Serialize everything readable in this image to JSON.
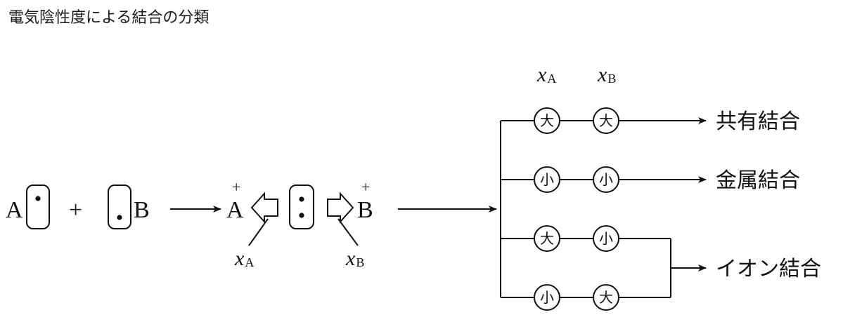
{
  "title": "電気陰性度による結合の分類",
  "reaction": {
    "atom_a": "A",
    "plus": "+",
    "atom_b": "B",
    "ion_charge": "+",
    "ion_a": "A",
    "ion_b": "B",
    "x_symbol": "x",
    "sub_a": "A",
    "sub_b": "B"
  },
  "table": {
    "col_a_symbol": "x",
    "col_a_sub": "A",
    "col_b_symbol": "x",
    "col_b_sub": "B",
    "rows": [
      {
        "a": "大",
        "b": "大",
        "result": "共有結合"
      },
      {
        "a": "小",
        "b": "小",
        "result": "金属結合"
      },
      {
        "a": "大",
        "b": "小",
        "result": "イオン結合"
      },
      {
        "a": "小",
        "b": "大",
        "result": ""
      }
    ]
  }
}
